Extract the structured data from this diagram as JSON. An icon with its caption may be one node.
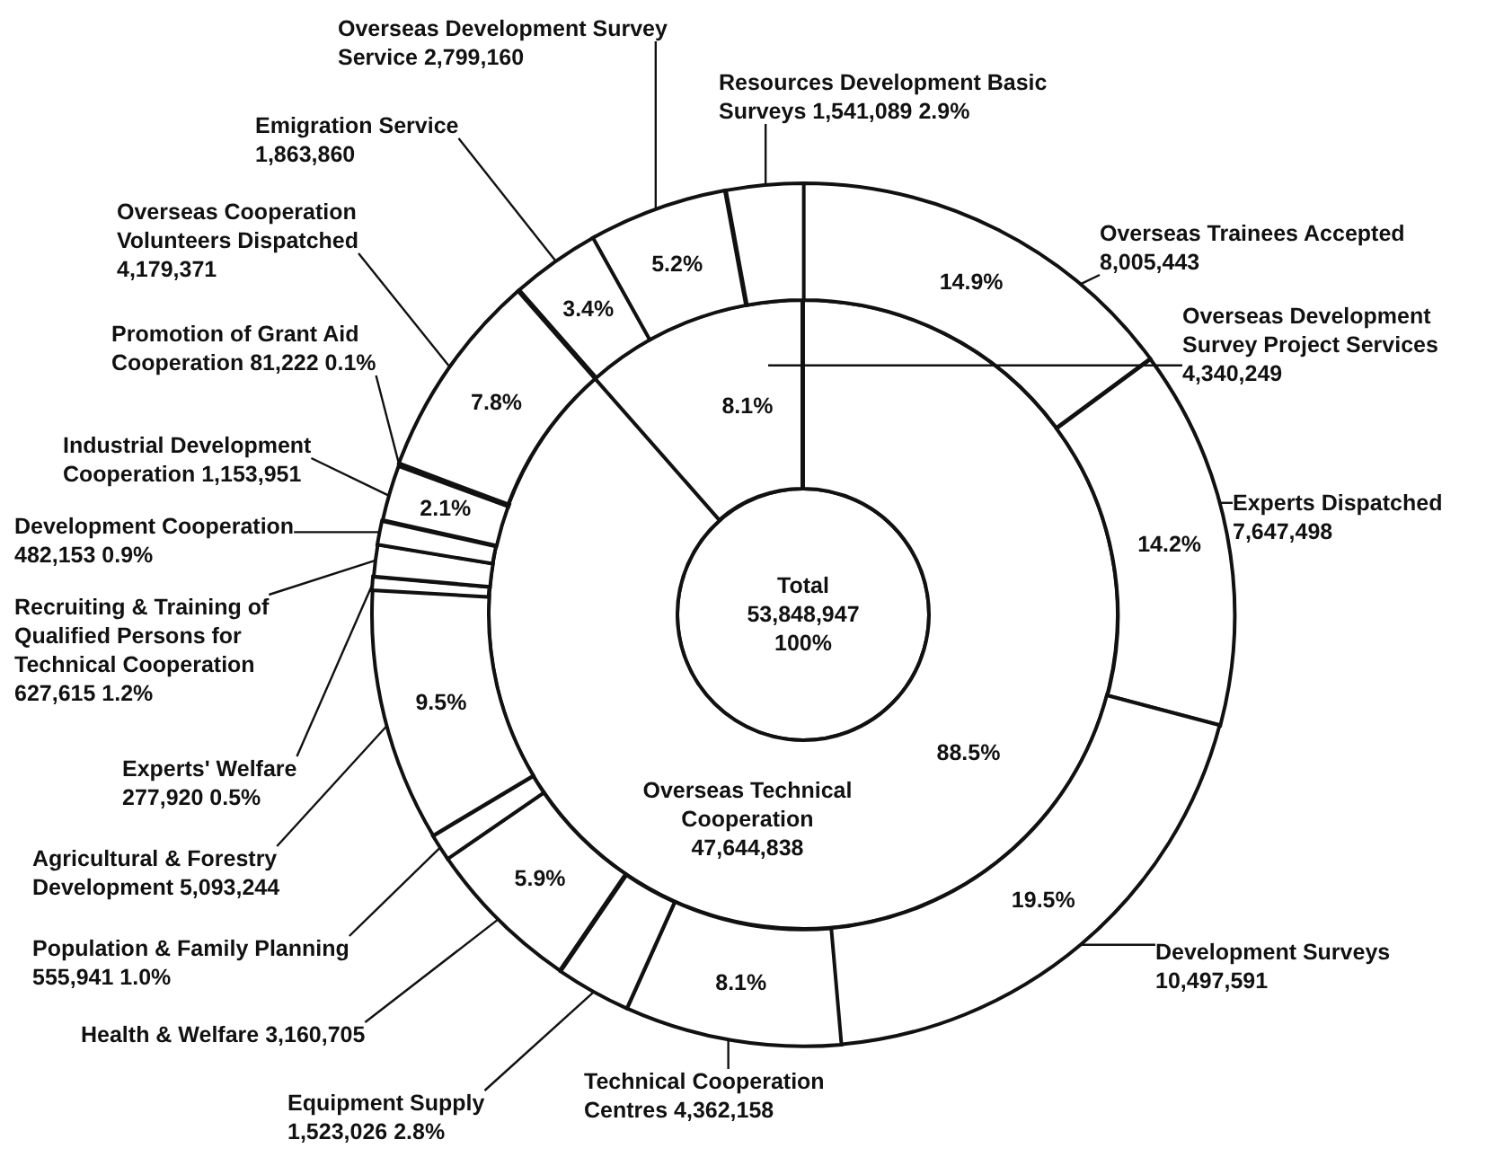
{
  "diagram": {
    "nodes": [
      {
        "text": [
          "Total 53,848,947 100%"
        ]
      },
      {
        "text": [
          "Overseas Technical Cooperation 47,644,838",
          "88.5%"
        ]
      },
      {
        "text": [
          "8.1%"
        ]
      },
      {
        "text": [
          "14.9%"
        ]
      },
      {
        "text": [
          "14.2%"
        ]
      },
      {
        "text": [
          "19.5%"
        ]
      },
      {
        "text": [
          "8.1%"
        ]
      },
      {
        "text": [],
        "shape": "box"
      },
      {
        "text": [
          "5.9%"
        ]
      },
      {
        "text": [],
        "shape": "box"
      },
      {
        "text": [
          "9.5%"
        ]
      },
      {
        "text": [],
        "shape": "box"
      },
      {
        "text": [],
        "shape": "box"
      },
      {
        "text": [],
        "shape": "box"
      },
      {
        "text": [
          "2.1%"
        ]
      },
      {
        "text": [],
        "shape": "box"
      },
      {
        "text": [
          "7.8%"
        ]
      },
      {
        "text": [
          "3.4%"
        ]
      },
      {
        "text": [
          "5.2%"
        ]
      },
      {
        "text": [],
        "shape": "box"
      },
      {
        "text": [
          "Overseas Trainees Accepted 8,005,443"
        ]
      },
      {
        "text": [
          "Overseas Development Survey Project Services 4,340,249"
        ]
      },
      {
        "text": [
          "Experts Dispatched 7,647,498"
        ]
      },
      {
        "text": [
          "Development Surveys 10,497,591"
        ]
      },
      {
        "text": [
          "Technical Cooperation Centres 4,362,158"
        ]
      },
      {
        "text": [
          "Equipment Supply 1,523,026 2.8%"
        ]
      },
      {
        "text": [
          "Health & Welfare 3,160,705"
        ]
      },
      {
        "text": [
          "Population & Family Planning 555,941 1.0%"
        ]
      },
      {
        "text": [
          "Agricultural & Forestry Development 5,093,244"
        ]
      },
      {
        "text": [
          "Experts' Welfare 277,920 0.5%"
        ]
      },
      {
        "text": [
          "Recruiting & Training of Qualified Persons for Technical Cooperation 627,615 1.2%"
        ]
      },
      {
        "text": [
          "Development Cooperation 482,153 0.9%"
        ]
      },
      {
        "text": [
          "Industrial Development Cooperation 1,153,951"
        ]
      },
      {
        "text": [
          "Promotion of Grant Aid Cooperation 81,222 0.1%"
        ]
      },
      {
        "text": [
          "Overseas Cooperation Volunteers Dispatched 4,179,371"
        ]
      },
      {
        "text": [
          "Emigration Service 1,863,860"
        ]
      },
      {
        "text": [
          "Overseas Development Survey Service 2,799,160"
        ]
      },
      {
        "text": [
          "Resources Development Basic Surveys 1,541,089 2.9%"
        ]
      }
    ],
    "edges": [
      {
        "from": 20,
        "to": 3,
        "arrow": "none"
      },
      {
        "from": 21,
        "to": 2,
        "arrow": "none"
      },
      {
        "from": 22,
        "to": 4,
        "arrow": "none"
      },
      {
        "from": 23,
        "to": 5,
        "arrow": "none"
      },
      {
        "from": 24,
        "to": 6,
        "arrow": "none"
      },
      {
        "from": 25,
        "to": 7,
        "arrow": "none"
      },
      {
        "from": 26,
        "to": 8,
        "arrow": "none"
      },
      {
        "from": 27,
        "to": 9,
        "arrow": "none"
      },
      {
        "from": 28,
        "to": 10,
        "arrow": "none"
      },
      {
        "from": 29,
        "to": 11,
        "arrow": "none"
      },
      {
        "from": 30,
        "to": 12,
        "arrow": "none"
      },
      {
        "from": 31,
        "to": 13,
        "arrow": "none"
      },
      {
        "from": 32,
        "to": 14,
        "arrow": "none"
      },
      {
        "from": 33,
        "to": 15,
        "arrow": "none"
      },
      {
        "from": 34,
        "to": 16,
        "arrow": "none"
      },
      {
        "from": 35,
        "to": 17,
        "arrow": "none"
      },
      {
        "from": 36,
        "to": 18,
        "arrow": "none"
      },
      {
        "from": 37,
        "to": 19,
        "arrow": "none"
      }
    ]
  }
}
